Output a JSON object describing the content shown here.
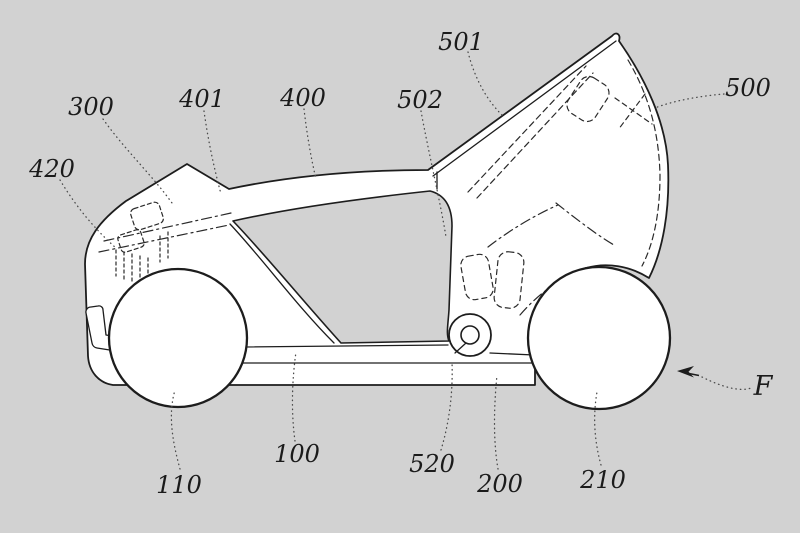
{
  "figure": {
    "type": "patent-line-drawing",
    "colors": {
      "background": "#d2d2d2",
      "line": "#1d1d1d",
      "label_text": "#1b1b1b",
      "leader_line": "#4a4a4a",
      "body_fill": "#ffffff"
    }
  },
  "labels": {
    "n300": "300",
    "n400": "400",
    "n401": "401",
    "n420": "420",
    "n500": "500",
    "n501": "501",
    "n502": "502",
    "n100": "100",
    "n110": "110",
    "n200": "200",
    "n210": "210",
    "n520": "520",
    "direction": "F"
  }
}
